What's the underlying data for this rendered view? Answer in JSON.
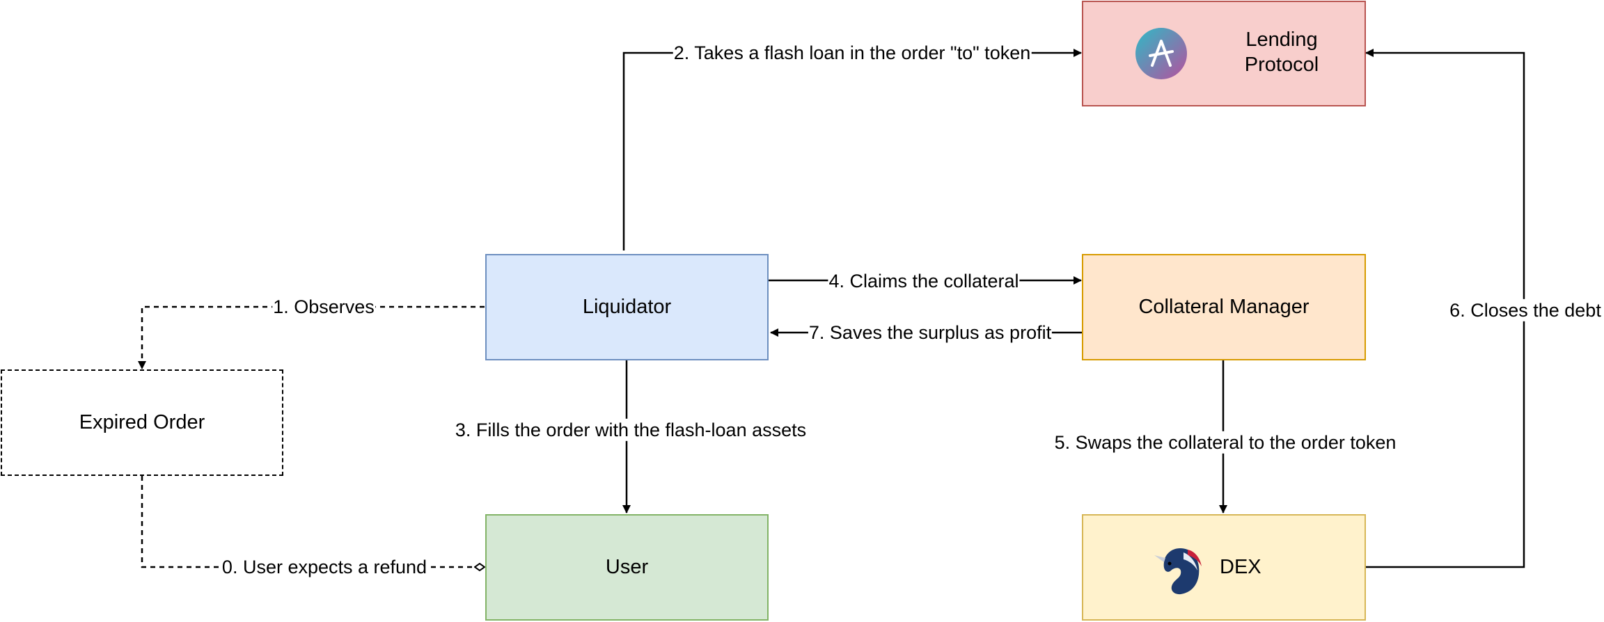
{
  "nodes": {
    "lending_protocol": {
      "label_line1": "Lending",
      "label_line2": "Protocol",
      "icon": "aave-logo-icon",
      "fill": "#f8cecc",
      "stroke": "#b85450"
    },
    "liquidator": {
      "label": "Liquidator",
      "fill": "#dae8fc",
      "stroke": "#6c8ebf"
    },
    "collateral_manager": {
      "label": "Collateral Manager",
      "fill": "#ffe6cc",
      "stroke": "#d79b00"
    },
    "expired_order": {
      "label": "Expired Order",
      "fill": "#ffffff",
      "stroke": "#000000",
      "style": "dashed"
    },
    "user": {
      "label": "User",
      "fill": "#d5e8d4",
      "stroke": "#82b366"
    },
    "dex": {
      "label": "DEX",
      "icon": "unicorn-logo-icon",
      "fill": "#fff2cc",
      "stroke": "#d6b656"
    }
  },
  "edges": {
    "e0": {
      "label": "0. User expects a refund",
      "style": "dashed"
    },
    "e1": {
      "label": "1. Observes",
      "style": "dashed"
    },
    "e2": {
      "label": "2. Takes a flash loan in the order \"to\" token"
    },
    "e3": {
      "label": "3. Fills the order with the flash-loan assets"
    },
    "e4": {
      "label": "4. Claims the collateral"
    },
    "e5": {
      "label": "5. Swaps the collateral to the order token"
    },
    "e6": {
      "label": "6. Closes the debt"
    },
    "e7": {
      "label": "7. Saves the surplus as profit"
    }
  }
}
